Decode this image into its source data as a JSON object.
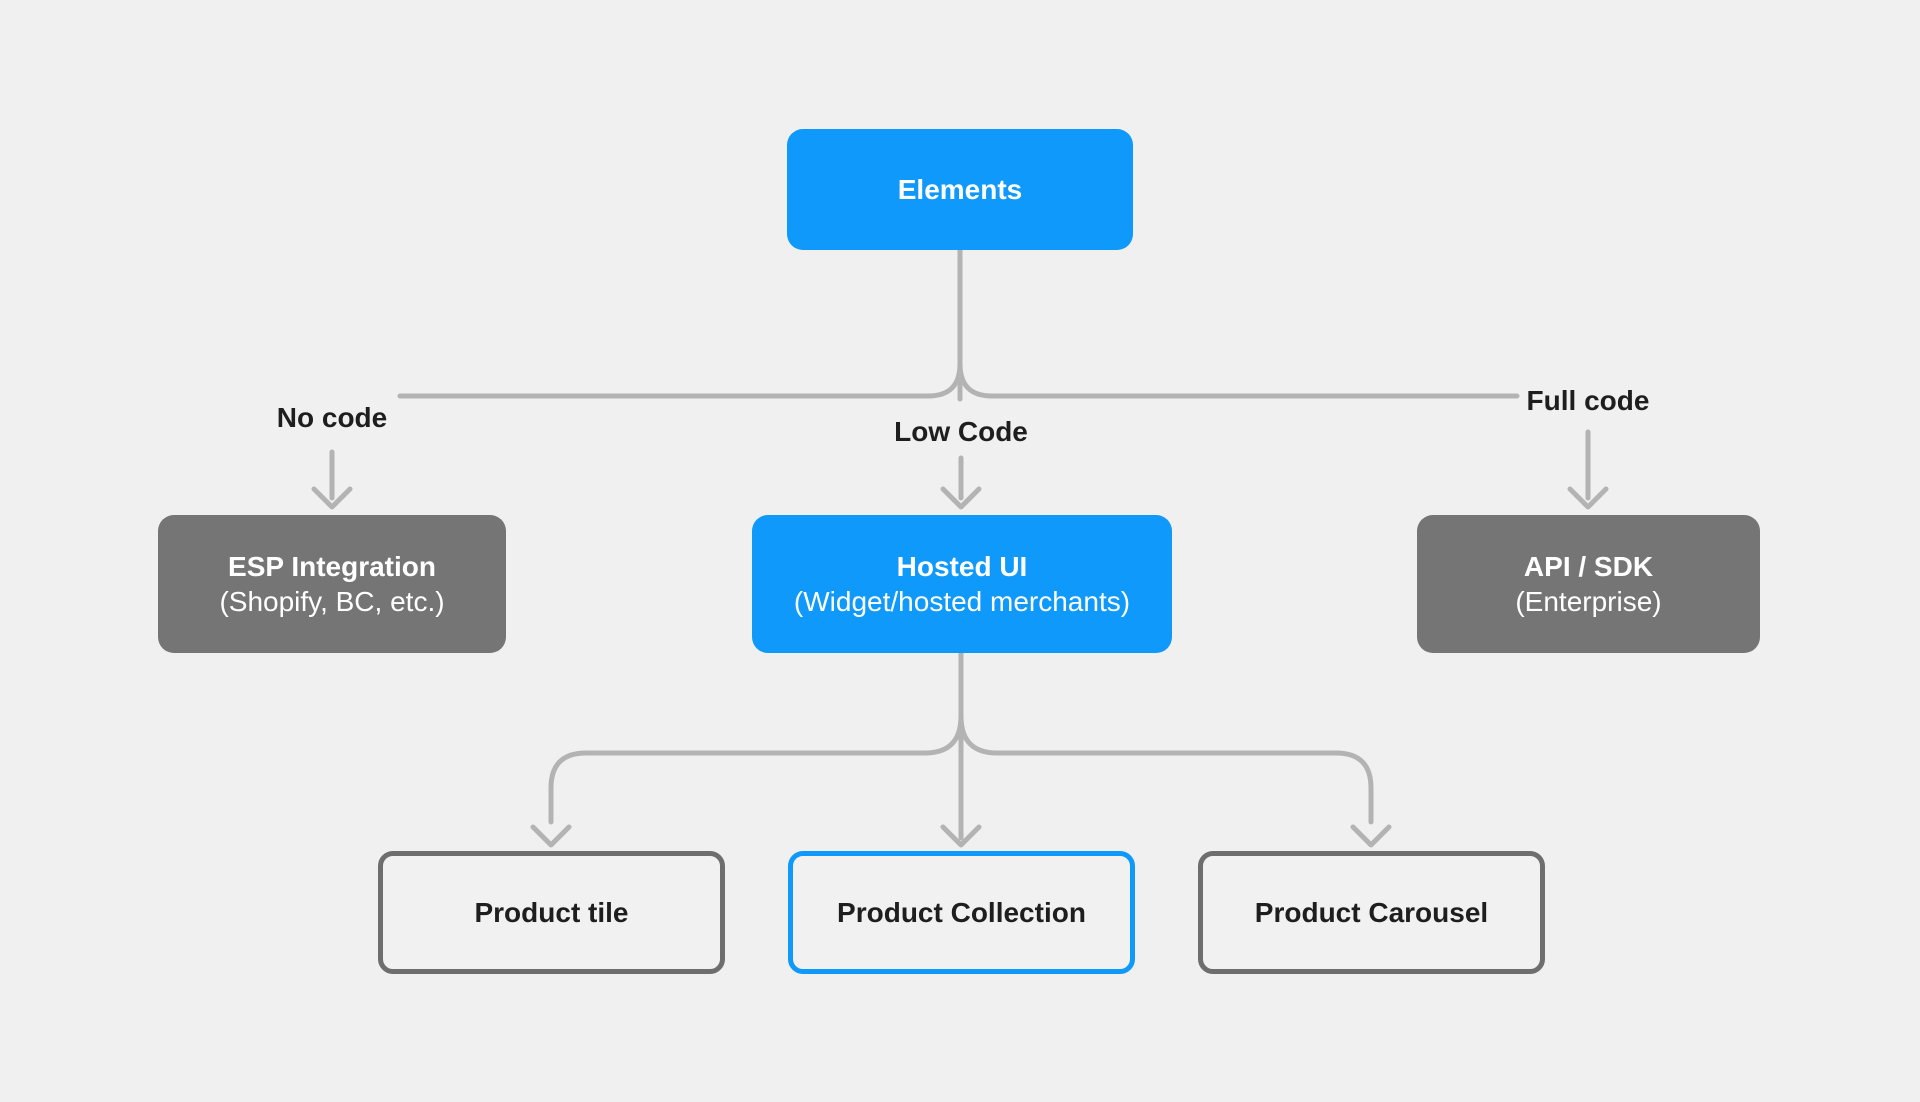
{
  "colors": {
    "canvas_bg": "#F0F0F0",
    "accent_blue": "#0E99FB",
    "box_gray": "#757575",
    "connector_gray": "#B3B3B3",
    "outline_gray": "#6E6E6E",
    "text_dark": "#1E1E1E",
    "text_light": "#FFFFFF",
    "node_fill": "#F1F1F1"
  },
  "diagram": {
    "root": {
      "title": "Elements"
    },
    "branches": [
      {
        "label": "No code",
        "node": {
          "title": "ESP Integration",
          "subtitle": "(Shopify, BC, etc.)"
        }
      },
      {
        "label": "Low Code",
        "node": {
          "title": "Hosted UI",
          "subtitle": "(Widget/hosted merchants)"
        }
      },
      {
        "label": "Full code",
        "node": {
          "title": "API / SDK",
          "subtitle": "(Enterprise)"
        }
      }
    ],
    "children": [
      {
        "label": "Product tile"
      },
      {
        "label": "Product Collection",
        "highlighted": true
      },
      {
        "label": "Product Carousel"
      }
    ]
  }
}
